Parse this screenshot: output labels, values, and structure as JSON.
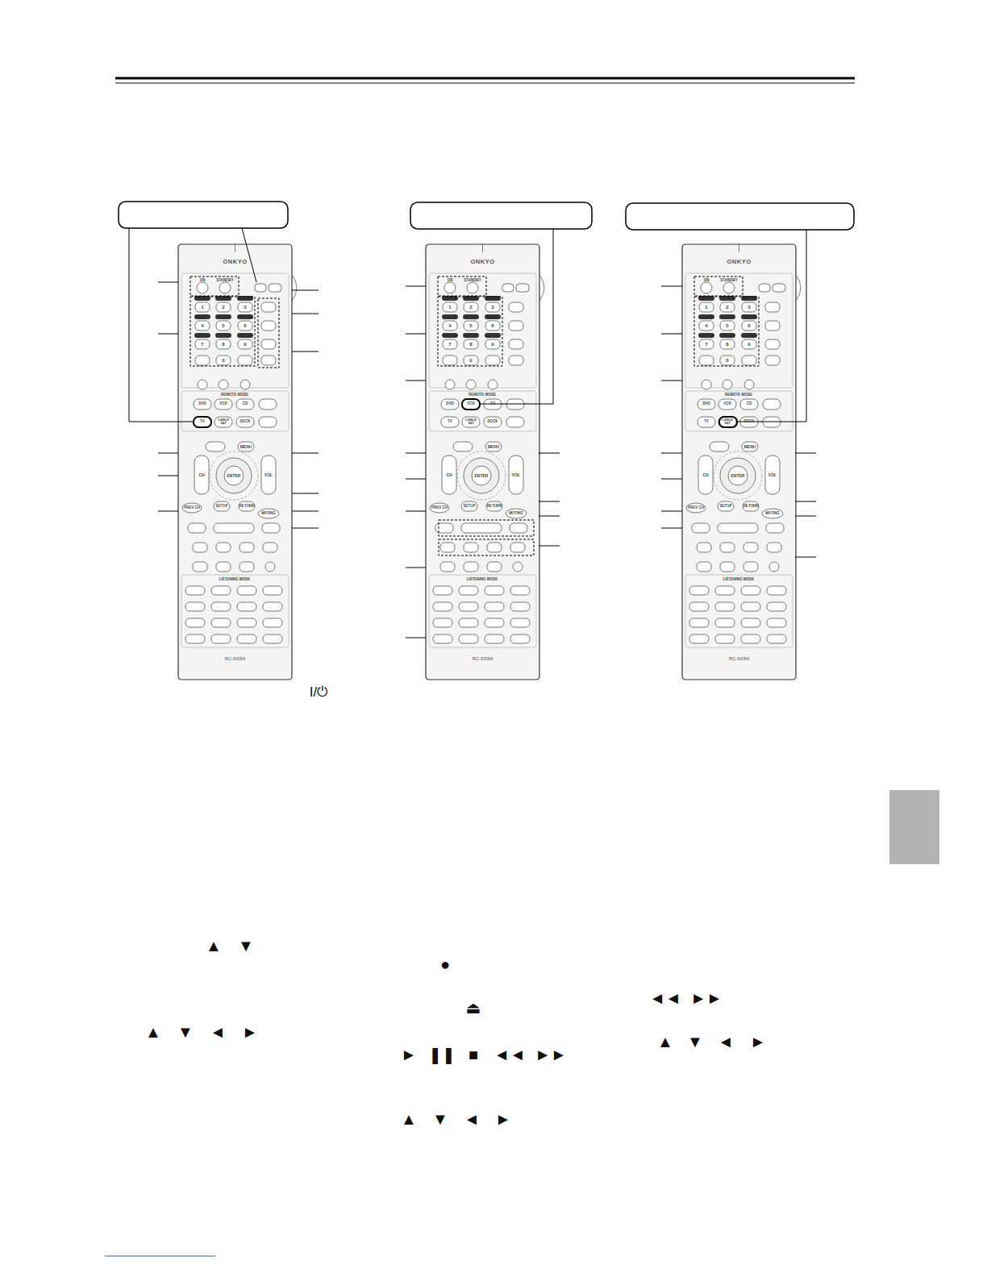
{
  "diagram": {
    "nodes": [
      {
        "text": [
          "ONKYO",
          "RC-693M"
        ]
      },
      {
        "text": [
          "ONKYO",
          "RC-693M"
        ]
      },
      {
        "text": [
          "ONKYO",
          "RC-693M"
        ]
      }
    ],
    "labels": [
      "ON",
      "STANDBY",
      "1",
      "2",
      "3",
      "4",
      "5",
      "6",
      "7",
      "8",
      "9",
      "0",
      "REMOTE MODE",
      "MENU",
      "ENTER",
      "RETURN",
      "SETUP",
      "CH",
      "VOL",
      "LISTENING MODE",
      "PREV CH",
      "MUTING",
      "DVD",
      "VCR",
      "CD",
      "TV",
      "CABLE SAT",
      "DOCK",
      "ON",
      "STANDBY",
      "1",
      "2",
      "3",
      "4",
      "5",
      "6",
      "7",
      "8",
      "9",
      "0",
      "REMOTE MODE",
      "MENU",
      "ENTER",
      "RETURN",
      "SETUP",
      "CH",
      "VOL",
      "LISTENING MODE",
      "PREV CH",
      "MUTING",
      "DVD",
      "VCR",
      "CD",
      "TV",
      "CABLE SAT",
      "DOCK",
      "ON",
      "STANDBY",
      "1",
      "2",
      "3",
      "4",
      "5",
      "6",
      "7",
      "8",
      "9",
      "0",
      "REMOTE MODE",
      "MENU",
      "ENTER",
      "RETURN",
      "SETUP",
      "CH",
      "VOL",
      "LISTENING MODE",
      "PREV CH",
      "MUTING",
      "DVD",
      "VCR",
      "CD",
      "TV",
      "CABLE SAT",
      "DOCK",
      "I/⏻",
      "▲",
      "▼",
      "▲",
      "▼",
      "◄",
      "►",
      "●",
      "⏏",
      "►",
      "❚❚",
      "■",
      "◄◄",
      "►►",
      "▲",
      "▼",
      "◄",
      "►",
      "◄◄",
      "►►",
      "▲",
      "▼",
      "◄",
      "►"
    ]
  }
}
